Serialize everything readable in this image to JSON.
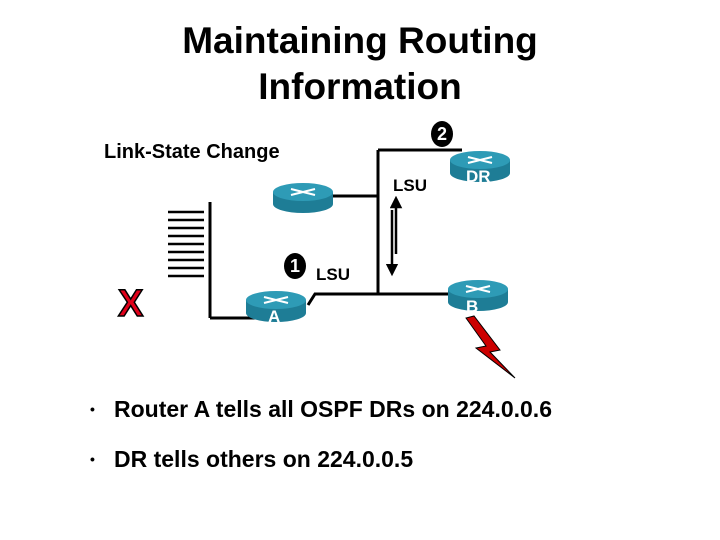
{
  "title": {
    "line1": "Maintaining Routing",
    "line2": "Information"
  },
  "diagram": {
    "link_state_change": "Link-State Change",
    "lsu_top": "LSU",
    "lsu_mid": "LSU",
    "step1": "1",
    "step2": "2",
    "router_dr": "DR",
    "router_b": "B",
    "router_a": "A",
    "failure_mark": "X"
  },
  "bullets": [
    "Router A tells all OSPF DRs on 224.0.0.6",
    "DR tells others on 224.0.0.5"
  ],
  "colors": {
    "router_fill": "#1e7d96",
    "router_top": "#2e9bb6",
    "failure": "#e0001a",
    "bolt": "#cc0000"
  }
}
